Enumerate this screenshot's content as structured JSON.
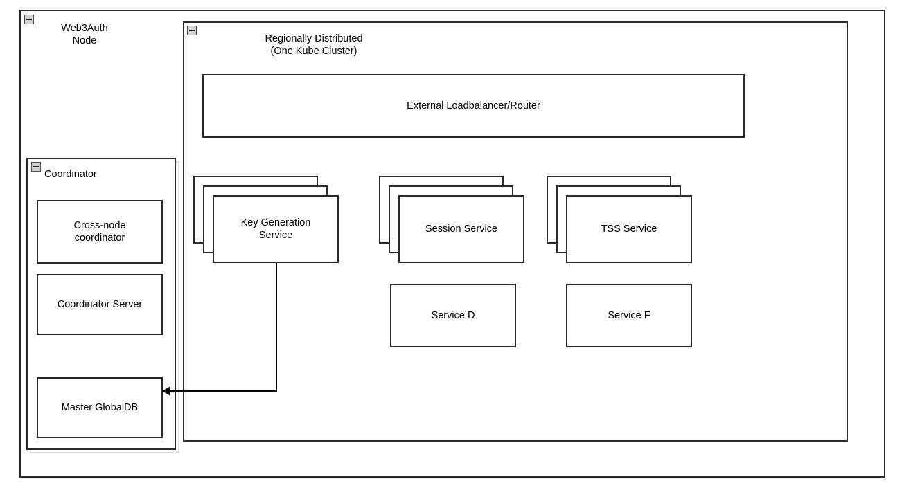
{
  "diagram": {
    "title": "Web3Auth Node architecture",
    "stroke_color": "#2b2b2b",
    "background_color": "#ffffff",
    "icon_fill": "#d4d4d4"
  },
  "outer_group": {
    "label": "Web3Auth\nNode",
    "icon": "collapse-minus-icon"
  },
  "cluster_group": {
    "label": "Regionally Distributed\n(One Kube Cluster)",
    "icon": "collapse-minus-icon"
  },
  "coordinator_group": {
    "label": "Coordinator",
    "icon": "collapse-minus-icon"
  },
  "coordinator_nodes": [
    {
      "label": "Cross-node\ncoordinator"
    },
    {
      "label": "Coordinator Server"
    },
    {
      "label": "Master GlobalDB"
    }
  ],
  "loadbalancer": {
    "label": "External Loadbalancer/Router"
  },
  "stacked_services": [
    {
      "label": "Key Generation\nService",
      "copies": 3
    },
    {
      "label": "Session Service",
      "copies": 3
    },
    {
      "label": "TSS Service",
      "copies": 3
    }
  ],
  "plain_services": [
    {
      "label": "Service D"
    },
    {
      "label": "Service F"
    }
  ],
  "connector": {
    "from": "Key Generation Service",
    "to": "Master GlobalDB",
    "arrow": "arrow-left-filled"
  }
}
